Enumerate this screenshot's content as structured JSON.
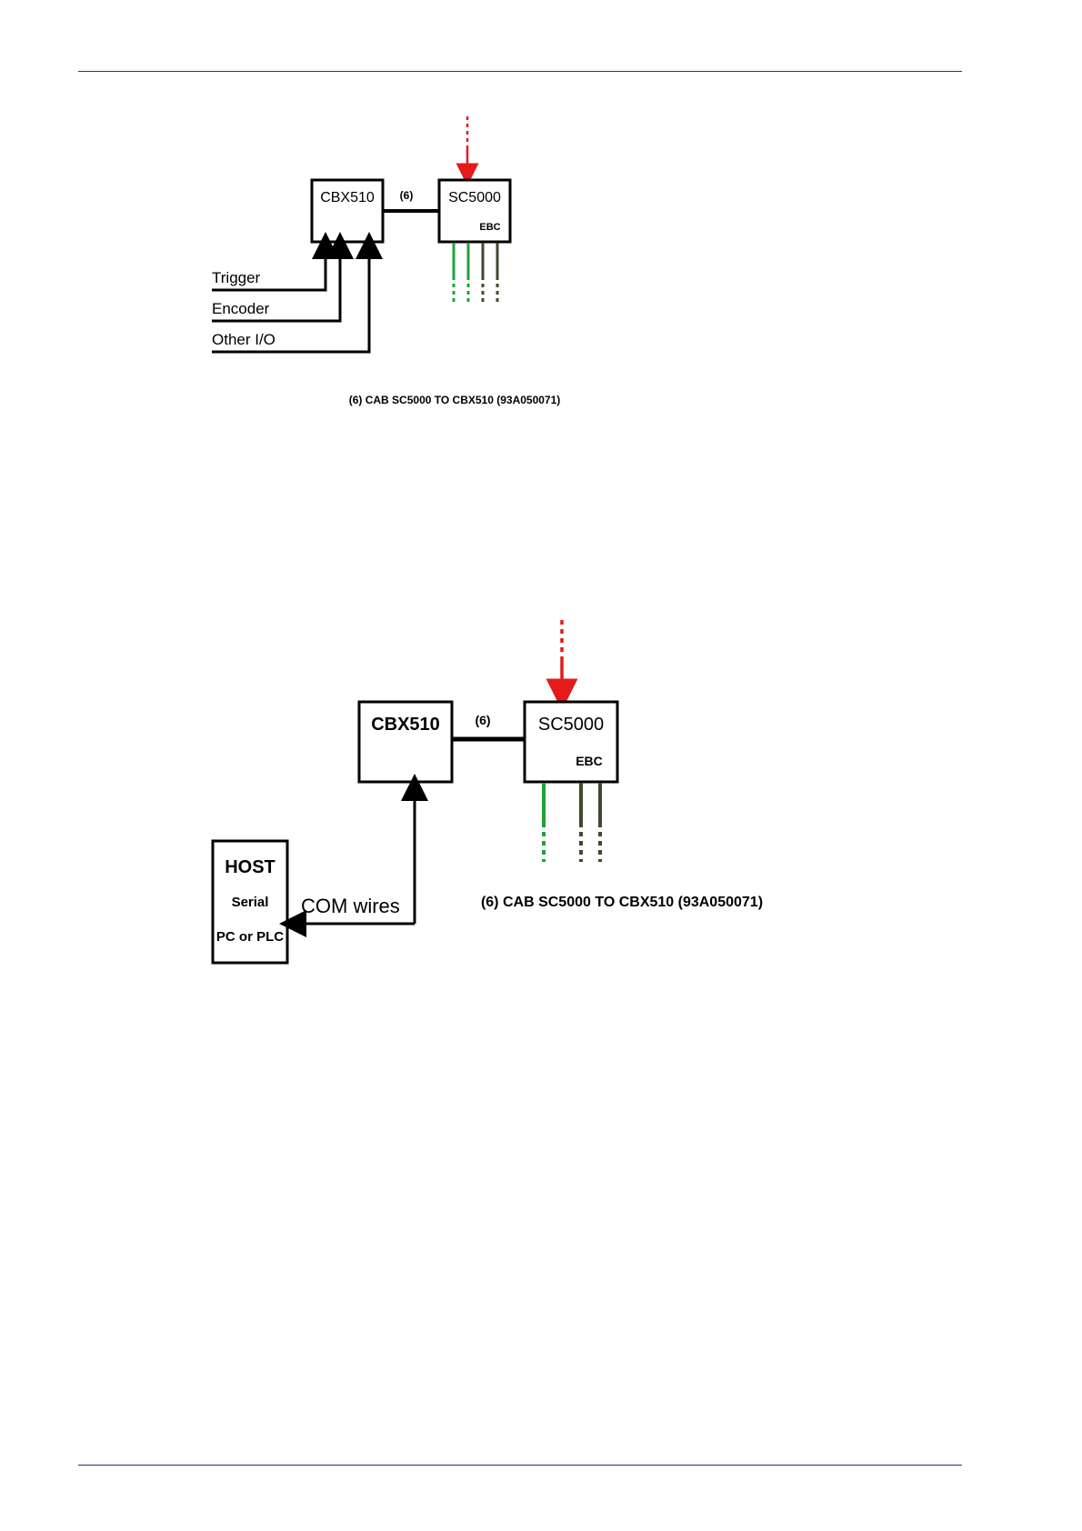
{
  "diagram1": {
    "cbx_label": "CBX510",
    "sc_label": "SC5000",
    "ebc_label": "EBC",
    "cable_label": "(6)",
    "inputs": [
      "Trigger",
      "Encoder",
      "Other I/O"
    ],
    "caption": "(6) CAB SC5000 TO CBX510 (93A050071)"
  },
  "diagram2": {
    "cbx_label": "CBX510",
    "sc_label": "SC5000",
    "ebc_label": "EBC",
    "cable_label": "(6)",
    "host_title": "HOST",
    "host_line1": "Serial",
    "host_line2": "PC or PLC",
    "com_label": "COM wires",
    "caption": "(6) CAB SC5000 TO CBX510 (93A050071)"
  },
  "colors": {
    "rule": "#2b2f7a",
    "red_arrow": "#e31b1b",
    "green_wire": "#1fa33a",
    "dark_wire": "#3e4a2e"
  }
}
